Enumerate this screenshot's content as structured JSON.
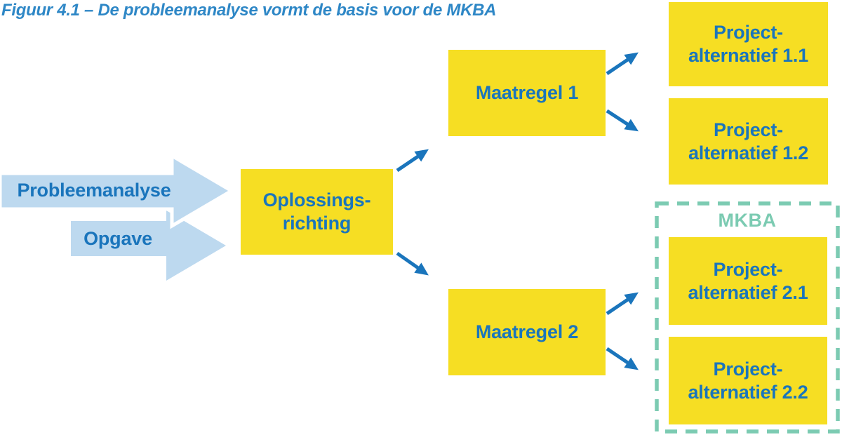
{
  "figure": {
    "title": "Figuur 4.1 – De probleemanalyse vormt de basis voor de MKBA"
  },
  "colors": {
    "box_yellow": "#f6de23",
    "label_blue": "#1a75bc",
    "title_blue": "#2e87c6",
    "big_arrow_light_blue": "#bdd9ef",
    "connector_arrow_blue": "#1a75bc",
    "mkba_teal": "#7ccbb2",
    "background": "#ffffff"
  },
  "nodes": {
    "probleemanalyse": {
      "label": "Probleemanalyse"
    },
    "opgave": {
      "label": "Opgave"
    },
    "oplossingsrichting": {
      "line1": "Oplossings-",
      "line2": "richting"
    },
    "maatregel_1": {
      "label": "Maatregel 1"
    },
    "maatregel_2": {
      "label": "Maatregel 2"
    },
    "project_alternatief_1_1": {
      "line1": "Project-",
      "line2": "alternatief 1.1"
    },
    "project_alternatief_1_2": {
      "line1": "Project-",
      "line2": "alternatief 1.2"
    },
    "project_alternatief_2_1": {
      "line1": "Project-",
      "line2": "alternatief 2.1"
    },
    "project_alternatief_2_2": {
      "line1": "Project-",
      "line2": "alternatief 2.2"
    },
    "mkba": {
      "label": "MKBA"
    }
  }
}
